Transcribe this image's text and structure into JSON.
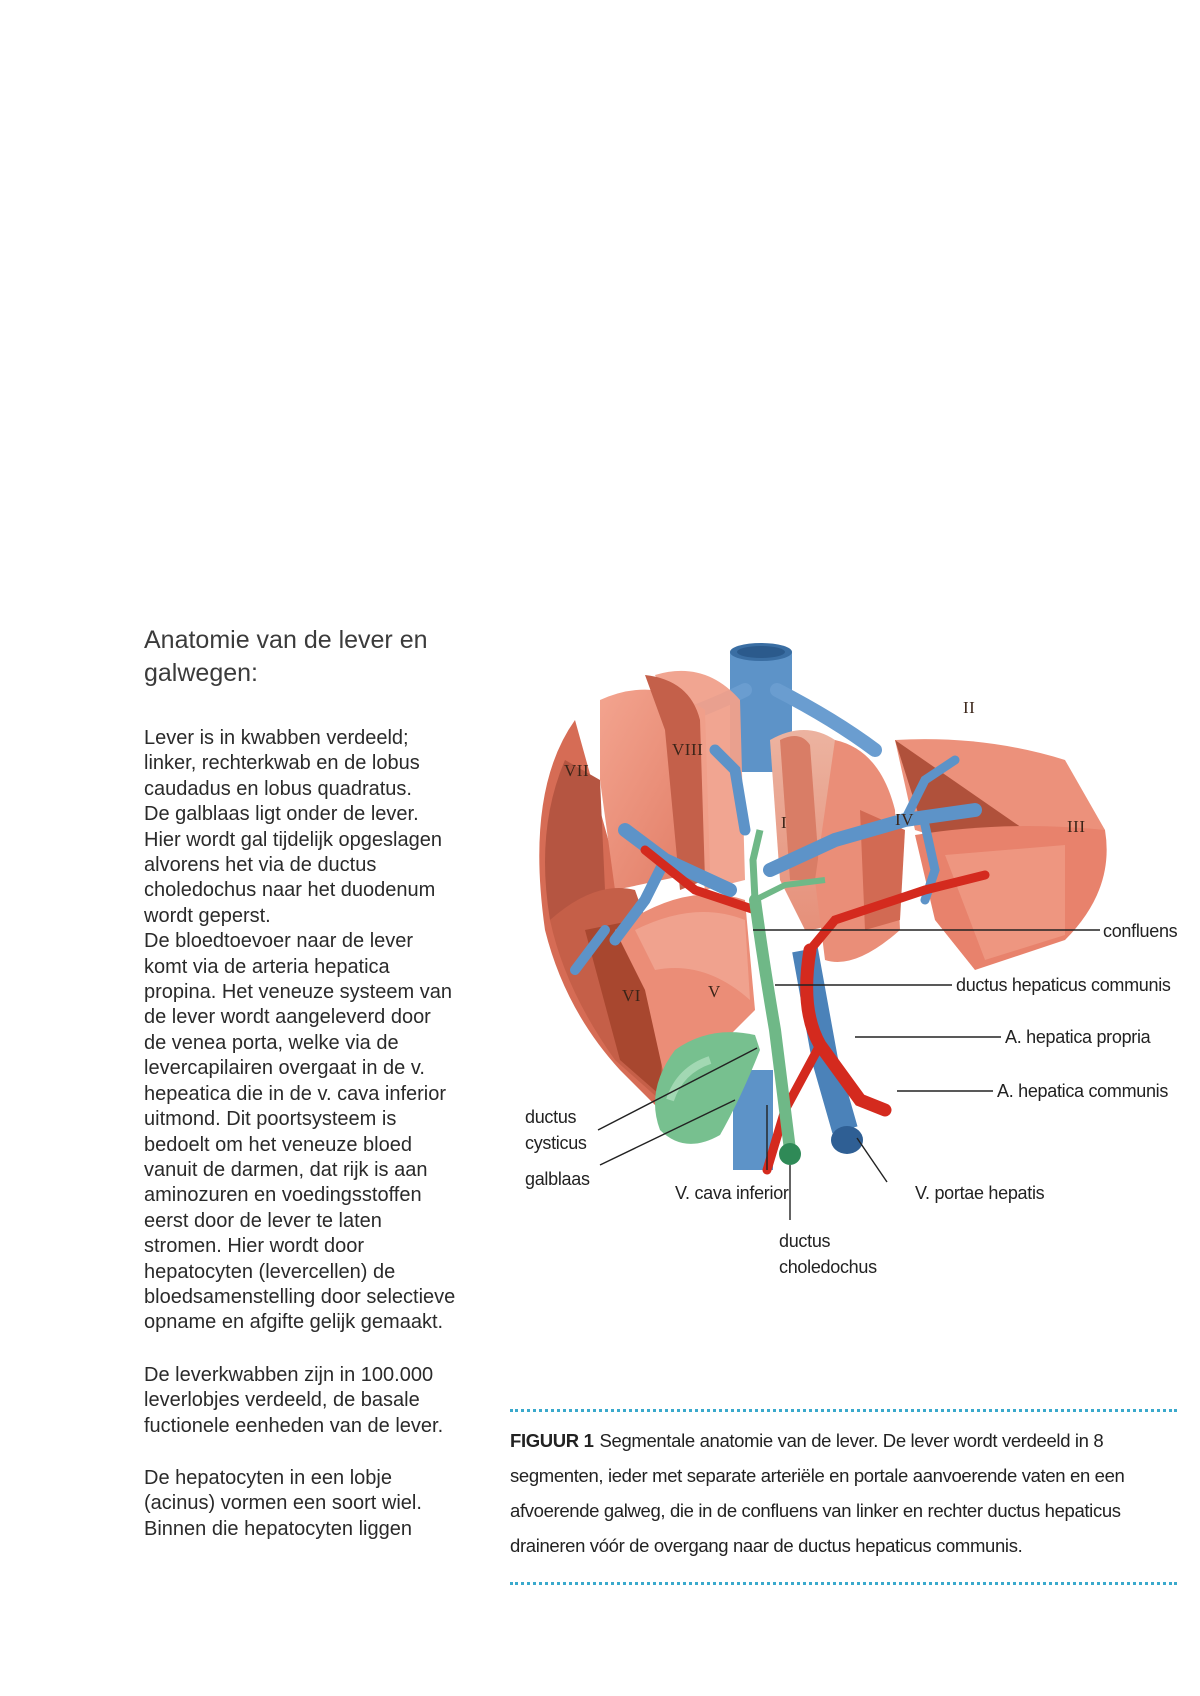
{
  "heading": "Anatomie van de lever en galwegen:",
  "paragraphs": [
    "Lever is in kwabben verdeeld;\nlinker, rechterkwab en de lobus\ncaudadus en lobus quadratus.\nDe galblaas ligt onder de lever.\nHier wordt gal tijdelijk opgeslagen\nalvorens het via de ductus\ncholedochus naar het duodenum\nwordt geperst.\nDe bloedtoevoer naar de lever\nkomt via de arteria hepatica\npropina. Het veneuze systeem van\nde lever wordt aangeleverd door\nde venea porta, welke via de\nlevercapilairen overgaat in de v.\nhepeatica die in de v. cava inferior\nuitmond. Dit poortsysteem is\nbedoelt om het veneuze bloed\nvanuit de darmen, dat rijk is aan\naminozuren en voedingsstoffen\neerst door de lever te laten\nstromen. Hier wordt door\nhepatocyten (levercellen) de\nbloedsamenstelling door selectieve\nopname en afgifte gelijk gemaakt.",
    "De leverkwabben zijn in 100.000\nleverlobjes verdeeld, de basale\nfuctionele eenheden van de lever.",
    "De hepatocyten in een lobje\n(acinus) vormen een soort wiel.\nBinnen die hepatocyten liggen"
  ],
  "figure": {
    "segments": [
      "VII",
      "VIII",
      "II",
      "I",
      "IV",
      "III",
      "VI",
      "V"
    ],
    "labels": {
      "confluens": "confluens",
      "ductus_hepaticus_communis": "ductus hepaticus communis",
      "a_hepatica_propria": "A. hepatica propria",
      "a_hepatica_communis": "A. hepatica communis",
      "ductus_cysticus": "ductus\ncysticus",
      "galblaas": "galblaas",
      "v_cava_inferior": "V. cava inferior",
      "v_portae_hepatis": "V. portae hepatis",
      "ductus_choledochus": "ductus\ncholedochus"
    },
    "colors": {
      "liver": "#e8826c",
      "liver_dark": "#b8553f",
      "vein": "#5d93c8",
      "artery": "#d42a1e",
      "bile": "#6fb887",
      "gallbladder": "#77c08f"
    }
  },
  "caption": {
    "label": "FIGUUR 1",
    "text": "Segmentale anatomie van de lever. De lever wordt verdeeld in 8 segmenten, ieder met separate arteriële en portale aanvoerende vaten en een afvoerende galweg, die in de confluens van linker en rechter ductus hepaticus draineren vóór de overgang naar de ductus hepaticus communis."
  }
}
